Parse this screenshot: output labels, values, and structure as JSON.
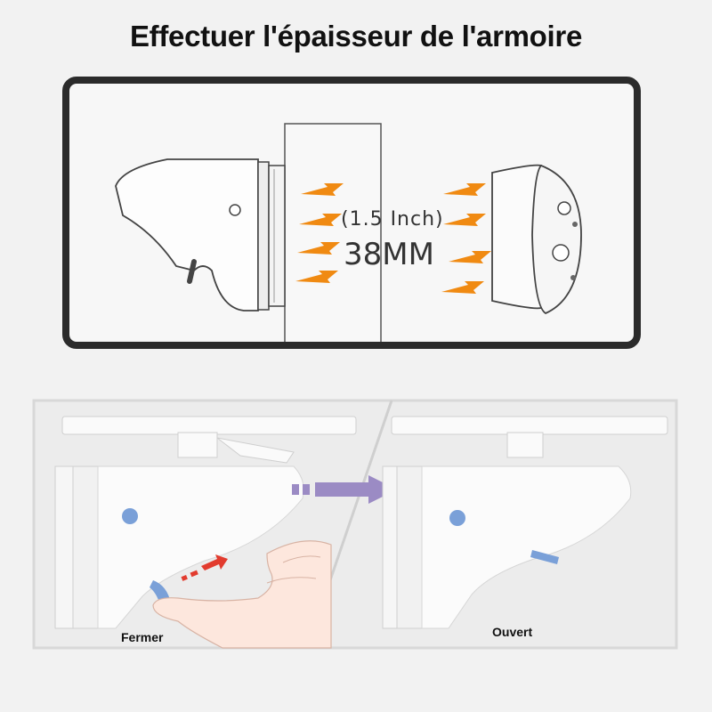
{
  "title": "Effectuer l'épaisseur de l'armoire",
  "measure": {
    "inches": "(1.5 Inch)",
    "millimeters": "38MM"
  },
  "captions": {
    "closed": "Fermer",
    "open": "Ouvert"
  },
  "colors": {
    "accent_orange": "#f08a12",
    "accent_purple": "#9b8bc4",
    "button_blue": "#7aa0d8",
    "hint_red": "#e23b2e",
    "frame_dark": "#2b2b2b"
  }
}
